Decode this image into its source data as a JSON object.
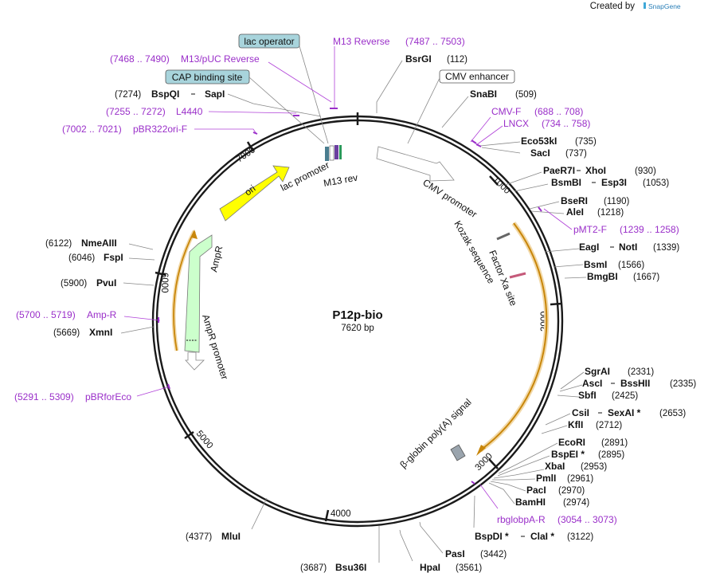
{
  "header": {
    "created_by": "Created by",
    "brand": "SnapGene"
  },
  "plasmid": {
    "name": "P12p-bio",
    "length_label": "7620 bp",
    "total_bp": 7620
  },
  "ticks": [
    "1000",
    "2000",
    "3000",
    "4000",
    "5000",
    "6000",
    "7000"
  ],
  "boxed_labels": {
    "lac_operator": "lac operator",
    "cap_site": "CAP binding site",
    "cmv_enhancer": "CMV enhancer"
  },
  "features": {
    "ori": "ori",
    "ampr": "AmpR",
    "ampr_promoter": "AmpR promoter",
    "lac_promoter": "lac promoter",
    "m13_rev": "M13 rev",
    "cmv_promoter": "CMV promoter",
    "kozak": "Kozak sequence",
    "factor_xa": "Factor Xa site",
    "globin_polya": "β-globin poly(A) signal"
  },
  "primers": {
    "m13_reverse": {
      "name": "M13 Reverse",
      "range": "(7487 .. 7503)"
    },
    "m13_puc_reverse": {
      "name": "M13/pUC Reverse",
      "range": "(7468 .. 7490)"
    },
    "l4440": {
      "name": "L4440",
      "range": "(7255 .. 7272)"
    },
    "pbr322ori_f": {
      "name": "pBR322ori-F",
      "range": "(7002 .. 7021)"
    },
    "cmv_f": {
      "name": "CMV-F",
      "range": "(688 .. 708)"
    },
    "lncx": {
      "name": "LNCX",
      "range": "(734 .. 758)"
    },
    "pmt2_f": {
      "name": "pMT2-F",
      "range": "(1239 .. 1258)"
    },
    "amp_r": {
      "name": "Amp-R",
      "range": "(5700 .. 5719)"
    },
    "pbrforeco": {
      "name": "pBRforEco",
      "range": "(5291 .. 5309)"
    },
    "rbglobpa_r": {
      "name": "rbglobpA-R",
      "range": "(3054 .. 3073)"
    }
  },
  "sites": {
    "bsrgi": {
      "name": "BsrGI",
      "pos": "(112)"
    },
    "snabi": {
      "name": "SnaBI",
      "pos": "(509)"
    },
    "eco53ki": {
      "name": "Eco53kI",
      "pos": "(735)"
    },
    "saci": {
      "name": "SacI",
      "pos": "(737)"
    },
    "paer7i": {
      "name": "PaeR7I",
      "name2": "XhoI",
      "pos": "(930)"
    },
    "bsmbi": {
      "name": "BsmBI",
      "name2": "Esp3I",
      "pos": "(1053)"
    },
    "bseri": {
      "name": "BseRI",
      "pos": "(1190)"
    },
    "alei": {
      "name": "AleI",
      "pos": "(1218)"
    },
    "eagi": {
      "name": "EagI",
      "name2": "NotI",
      "pos": "(1339)"
    },
    "bsmi": {
      "name": "BsmI",
      "pos": "(1566)"
    },
    "bmgbi": {
      "name": "BmgBI",
      "pos": "(1667)"
    },
    "sgrai": {
      "name": "SgrAI",
      "pos": "(2331)"
    },
    "asci": {
      "name": "AscI",
      "name2": "BssHII",
      "pos": "(2335)"
    },
    "sbfi": {
      "name": "SbfI",
      "pos": "(2425)"
    },
    "csii": {
      "name": "CsiI",
      "name2": "SexAI *",
      "pos": "(2653)"
    },
    "kfli": {
      "name": "KflI",
      "pos": "(2712)"
    },
    "ecori": {
      "name": "EcoRI",
      "pos": "(2891)"
    },
    "bspei": {
      "name": "BspEI *",
      "pos": "(2895)"
    },
    "xbai": {
      "name": "XbaI",
      "pos": "(2953)"
    },
    "pmli": {
      "name": "PmlI",
      "pos": "(2961)"
    },
    "paci": {
      "name": "PacI",
      "pos": "(2970)"
    },
    "bamhi": {
      "name": "BamHI",
      "pos": "(2974)"
    },
    "bspdi": {
      "name": "BspDI *",
      "name2": "ClaI *",
      "pos": "(3122)"
    },
    "pasi": {
      "name": "PasI",
      "pos": "(3442)"
    },
    "hpai": {
      "name": "HpaI",
      "pos": "(3561)"
    },
    "bsu36i": {
      "name": "Bsu36I",
      "pos": "(3687)"
    },
    "mlui": {
      "name": "MluI",
      "pos": "(4377)"
    },
    "xmni": {
      "name": "XmnI",
      "pos": "(5669)"
    },
    "pvui": {
      "name": "PvuI",
      "pos": "(5900)"
    },
    "fspi": {
      "name": "FspI",
      "pos": "(6046)"
    },
    "nmeaiii": {
      "name": "NmeAIII",
      "pos": "(6122)"
    },
    "bspqi": {
      "name": "BspQI",
      "name2": "SapI",
      "pos": "(7274)"
    }
  },
  "colors": {
    "backbone": "#1a1a1a",
    "primer": "#9a2fc9",
    "ori": "#ffff00",
    "ampr": "#ccffcc",
    "gene_orange": "#c8860a",
    "box_blue": "#a8d4dc"
  }
}
